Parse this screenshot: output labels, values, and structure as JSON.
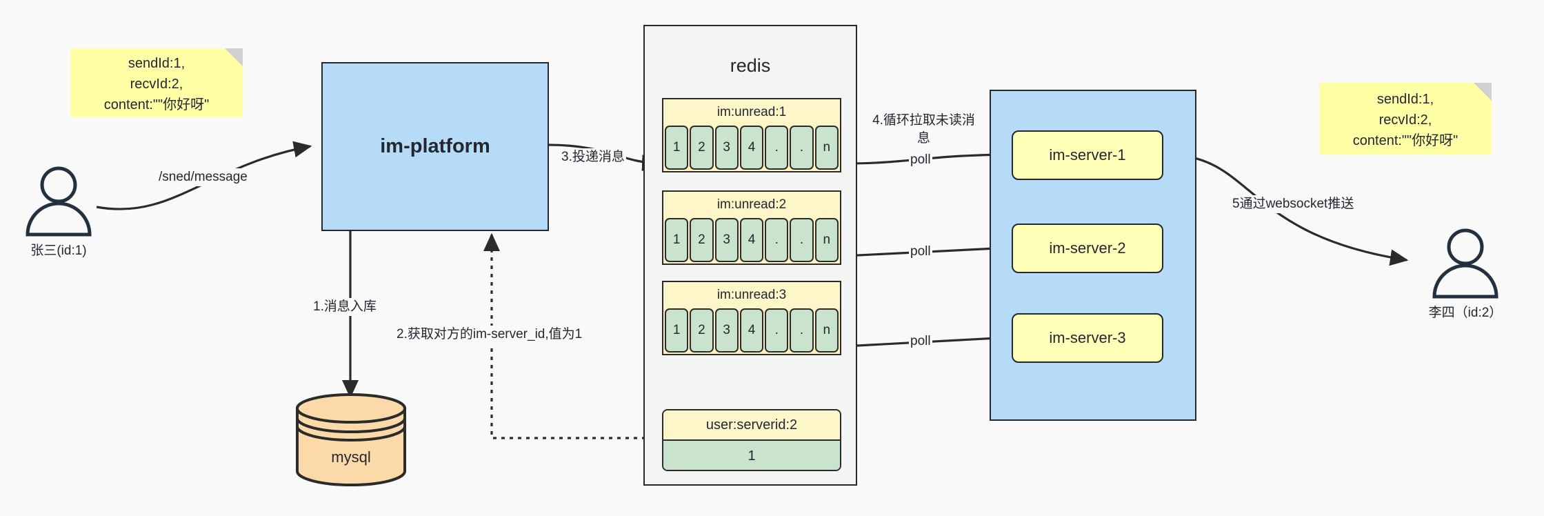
{
  "diagram": {
    "title": "IM message delivery architecture",
    "colors": {
      "background": "#f9f9f9",
      "note_yellow": "#ffffa6",
      "blue_box": "#b5dbf7",
      "green_cell": "#c9e3cd",
      "queue_yellow": "#fdf6c9",
      "server_yellow": "#ffffb8",
      "mysql_orange": "#fcd9a8",
      "stroke": "#23272f"
    }
  },
  "notes": {
    "left": "sendId:1,\nrecvId:2,\ncontent:\"\"你好呀\"",
    "right": "sendId:1,\nrecvId:2,\ncontent:\"\"你好呀\""
  },
  "actors": {
    "sender": {
      "label": "张三(id:1)"
    },
    "receiver": {
      "label": "李四（id:2）"
    }
  },
  "platform": {
    "label": "im-platform"
  },
  "database": {
    "label": "mysql"
  },
  "redis": {
    "title": "redis",
    "queues": [
      {
        "title": "im:unread:1",
        "cells": [
          "1",
          "2",
          "3",
          "4",
          ".",
          ".",
          "n"
        ]
      },
      {
        "title": "im:unread:2",
        "cells": [
          "1",
          "2",
          "3",
          "4",
          ".",
          ".",
          "n"
        ]
      },
      {
        "title": "im:unread:3",
        "cells": [
          "1",
          "2",
          "3",
          "4",
          ".",
          ".",
          "n"
        ]
      }
    ],
    "kv": {
      "title": "user:serverid:2",
      "value": "1"
    }
  },
  "cluster": {
    "servers": [
      {
        "label": "im-server-1"
      },
      {
        "label": "im-server-2"
      },
      {
        "label": "im-server-3"
      }
    ]
  },
  "edges": {
    "send_message": "/sned/message",
    "step1": "1.消息入库",
    "step2": "2.获取对方的im-server_id,值为1",
    "step3": "3.投递消息",
    "step4": "4.循环拉取未读消\n息",
    "poll1": "poll",
    "poll2": "poll",
    "poll3": "poll",
    "step5": "5通过websocket推送"
  }
}
